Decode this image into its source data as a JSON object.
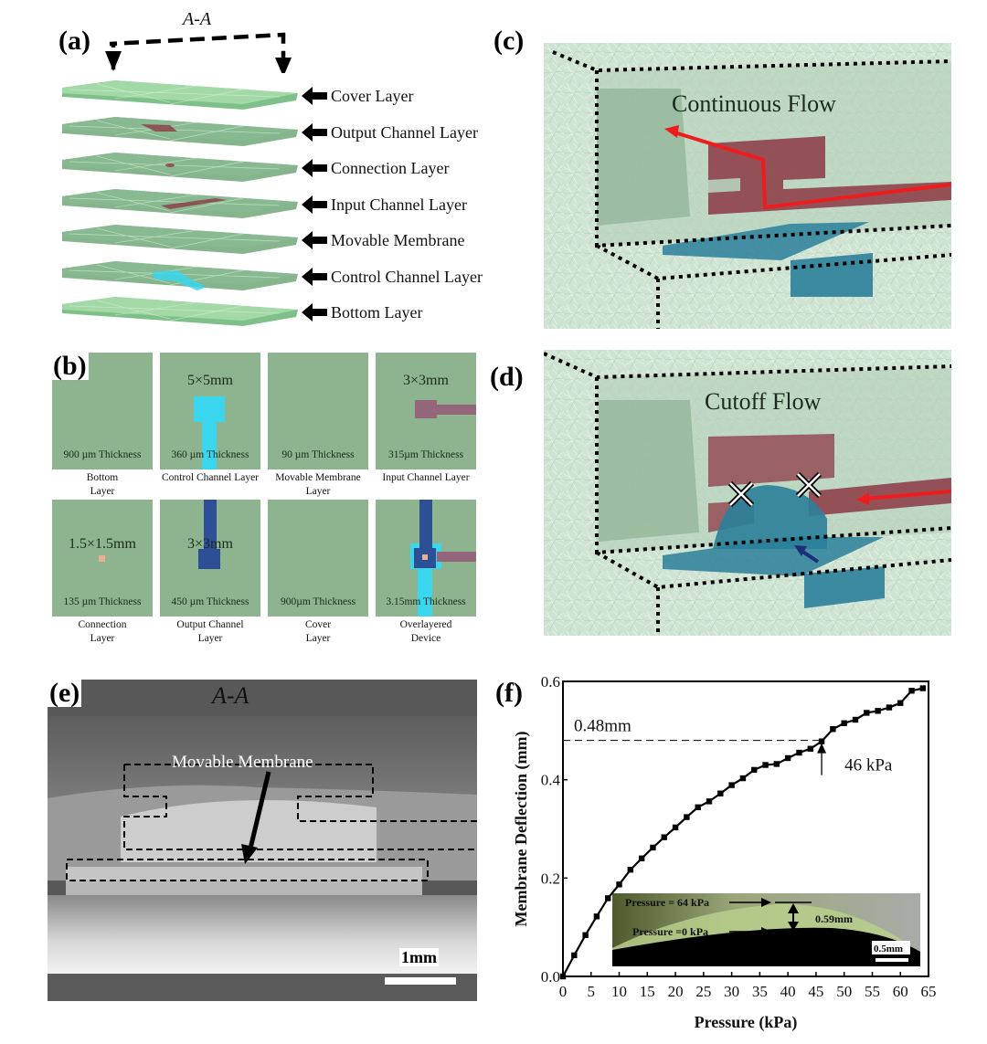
{
  "figure": {
    "panels": {
      "a": {
        "label": "(a)",
        "section_marker": "A-A",
        "layers": [
          {
            "name": "Cover Layer",
            "feature": "none"
          },
          {
            "name": "Output Channel Layer",
            "feature": "red-channel"
          },
          {
            "name": "Connection Layer",
            "feature": "red-dot"
          },
          {
            "name": "Input Channel Layer",
            "feature": "red-channel"
          },
          {
            "name": "Movable Membrane",
            "feature": "none"
          },
          {
            "name": "Control Channel Layer",
            "feature": "cyan-channel"
          },
          {
            "name": "Bottom Layer",
            "feature": "none"
          }
        ]
      },
      "b": {
        "label": "(b)",
        "tiles": [
          {
            "caption_line1": "Bottom",
            "caption_line2": "Layer",
            "thickness": "900 µm Thickness",
            "dimension": "",
            "feature": "none"
          },
          {
            "caption_line1": "Control Channel Layer",
            "caption_line2": "",
            "thickness": "360 µm Thickness",
            "dimension": "5×5mm",
            "feature": "control"
          },
          {
            "caption_line1": "Movable Membrane",
            "caption_line2": "Layer",
            "thickness": "90 µm Thickness",
            "dimension": "",
            "feature": "none"
          },
          {
            "caption_line1": "Input Channel Layer",
            "caption_line2": "",
            "thickness": "315µm Thickness",
            "dimension": "3×3mm",
            "feature": "input"
          },
          {
            "caption_line1": "Connection",
            "caption_line2": "Layer",
            "thickness": "135 µm Thickness",
            "dimension": "1.5×1.5mm",
            "feature": "connection"
          },
          {
            "caption_line1": "Output Channel",
            "caption_line2": "Layer",
            "thickness": "450 µm Thickness",
            "dimension": "3×3mm",
            "feature": "output"
          },
          {
            "caption_line1": "Cover",
            "caption_line2": "Layer",
            "thickness": "900µm Thickness",
            "dimension": "",
            "feature": "none"
          },
          {
            "caption_line1": "Overlayered",
            "caption_line2": "Device",
            "thickness": "3.15mm Thickness",
            "dimension": "",
            "feature": "overlay"
          }
        ]
      },
      "c": {
        "label": "(c)",
        "title": "Continuous Flow"
      },
      "d": {
        "label": "(d)",
        "title": "Cutoff Flow"
      },
      "e": {
        "label": "(e)",
        "section_marker": "A-A",
        "annotation": "Movable Membrane",
        "scale_bar": "1mm"
      },
      "f": {
        "label": "(f)"
      }
    },
    "colors": {
      "layer_green": "#8db48e",
      "render_green": "#cfe3d2",
      "channel_red": "#8c3a44",
      "channel_cyan": "#3ad6ee",
      "channel_navy": "#2d4f96",
      "channel_mauve": "#93667c",
      "connection_peach": "#e8b08e",
      "flow_arrow_red": "#ee1c1c",
      "membrane_teal": "#2a7f9a"
    }
  },
  "chart_data": {
    "type": "line",
    "title": "",
    "xlabel": "Pressure (kPa)",
    "ylabel": "Membrane Deflection (mm)",
    "xlim": [
      0,
      65
    ],
    "ylim": [
      0,
      0.6
    ],
    "xticks": [
      0,
      5,
      10,
      15,
      20,
      25,
      30,
      35,
      40,
      45,
      50,
      55,
      60,
      65
    ],
    "yticks": [
      0.0,
      0.2,
      0.4,
      0.6
    ],
    "ytick_labels": [
      "0.0",
      "0.2",
      "0.4",
      "0.6"
    ],
    "grid": false,
    "marker": "square",
    "series": [
      {
        "name": "Membrane Deflection",
        "x": [
          0,
          2,
          4,
          6,
          8,
          10,
          12,
          14,
          16,
          18,
          20,
          22,
          24,
          26,
          28,
          30,
          32,
          34,
          36,
          38,
          40,
          42,
          44,
          46,
          48,
          50,
          52,
          54,
          56,
          58,
          60,
          62,
          64
        ],
        "y": [
          0.0,
          0.043,
          0.084,
          0.122,
          0.159,
          0.187,
          0.217,
          0.24,
          0.262,
          0.283,
          0.303,
          0.324,
          0.344,
          0.356,
          0.372,
          0.389,
          0.403,
          0.42,
          0.43,
          0.432,
          0.444,
          0.455,
          0.463,
          0.478,
          0.503,
          0.515,
          0.522,
          0.536,
          0.54,
          0.547,
          0.556,
          0.581,
          0.586
        ]
      }
    ],
    "annotations": [
      {
        "text": "0.48mm",
        "type": "hline-dashed",
        "y": 0.48,
        "x_to": 46
      },
      {
        "text": "46 kPa",
        "type": "arrow-up",
        "x": 46,
        "y": 0.478
      }
    ],
    "inset": {
      "label_top": "Pressure = 64 kPa",
      "label_bottom": "Pressure =0 kPa",
      "measurement": "0.59mm",
      "scale_bar": "0.5mm"
    }
  }
}
